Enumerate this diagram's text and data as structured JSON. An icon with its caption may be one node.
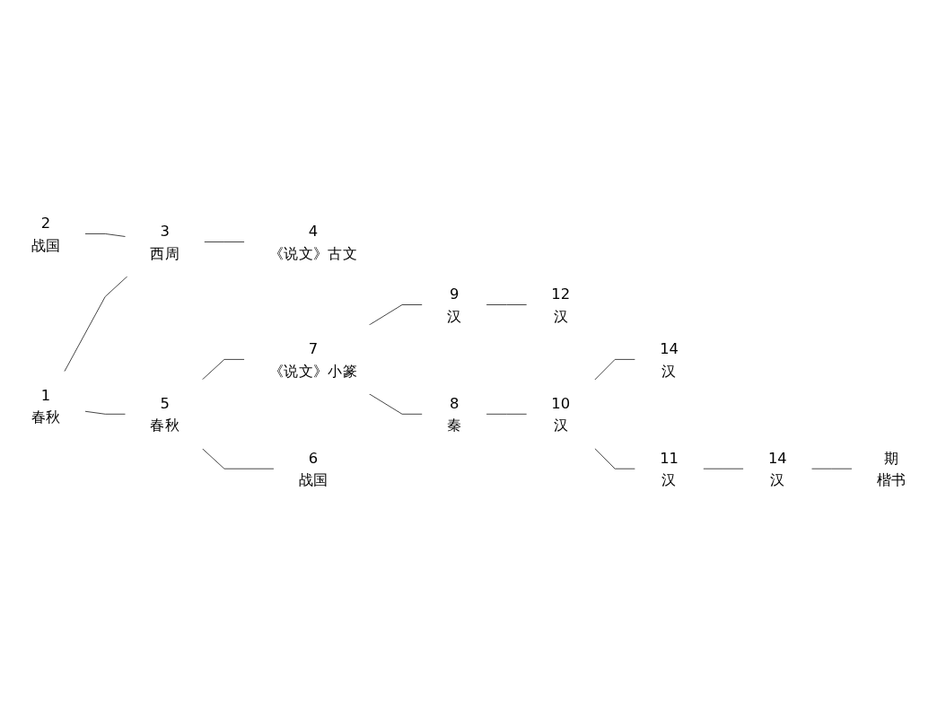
{
  "diagram": {
    "nodes": [
      {
        "text": [
          "1",
          "春秋"
        ]
      },
      {
        "text": [
          "2",
          "战国"
        ]
      },
      {
        "text": [
          "3",
          "西周"
        ]
      },
      {
        "text": [
          "4",
          "《说文》古文"
        ]
      },
      {
        "text": [
          "5",
          "春秋"
        ]
      },
      {
        "text": [
          "7",
          "《说文》小篆"
        ]
      },
      {
        "text": [
          "9",
          "汉"
        ]
      },
      {
        "text": [
          "12",
          "汉"
        ]
      },
      {
        "text": [
          "6",
          "战国"
        ]
      },
      {
        "text": [
          "8",
          "秦"
        ]
      },
      {
        "text": [
          "10",
          "汉"
        ]
      },
      {
        "text": [
          "14",
          "汉"
        ]
      },
      {
        "text": [
          "11",
          "汉"
        ]
      },
      {
        "text": [
          "14",
          "汉"
        ]
      },
      {
        "text": [
          "期",
          "楷书"
        ]
      }
    ],
    "edges": [
      {
        "from": 0,
        "to": 2,
        "arrow": "none"
      },
      {
        "from": 1,
        "to": 2,
        "arrow": "none"
      },
      {
        "from": 2,
        "to": 3,
        "arrow": "none"
      },
      {
        "from": 0,
        "to": 4,
        "arrow": "none"
      },
      {
        "from": 4,
        "to": 5,
        "arrow": "none"
      },
      {
        "from": 4,
        "to": 8,
        "arrow": "none"
      },
      {
        "from": 5,
        "to": 6,
        "arrow": "none"
      },
      {
        "from": 5,
        "to": 9,
        "arrow": "none"
      },
      {
        "from": 6,
        "to": 7,
        "arrow": "none"
      },
      {
        "from": 9,
        "to": 10,
        "arrow": "none"
      },
      {
        "from": 10,
        "to": 11,
        "arrow": "none"
      },
      {
        "from": 10,
        "to": 12,
        "arrow": "none"
      },
      {
        "from": 12,
        "to": 13,
        "arrow": "none"
      },
      {
        "from": 13,
        "to": 14,
        "arrow": "none"
      }
    ]
  }
}
